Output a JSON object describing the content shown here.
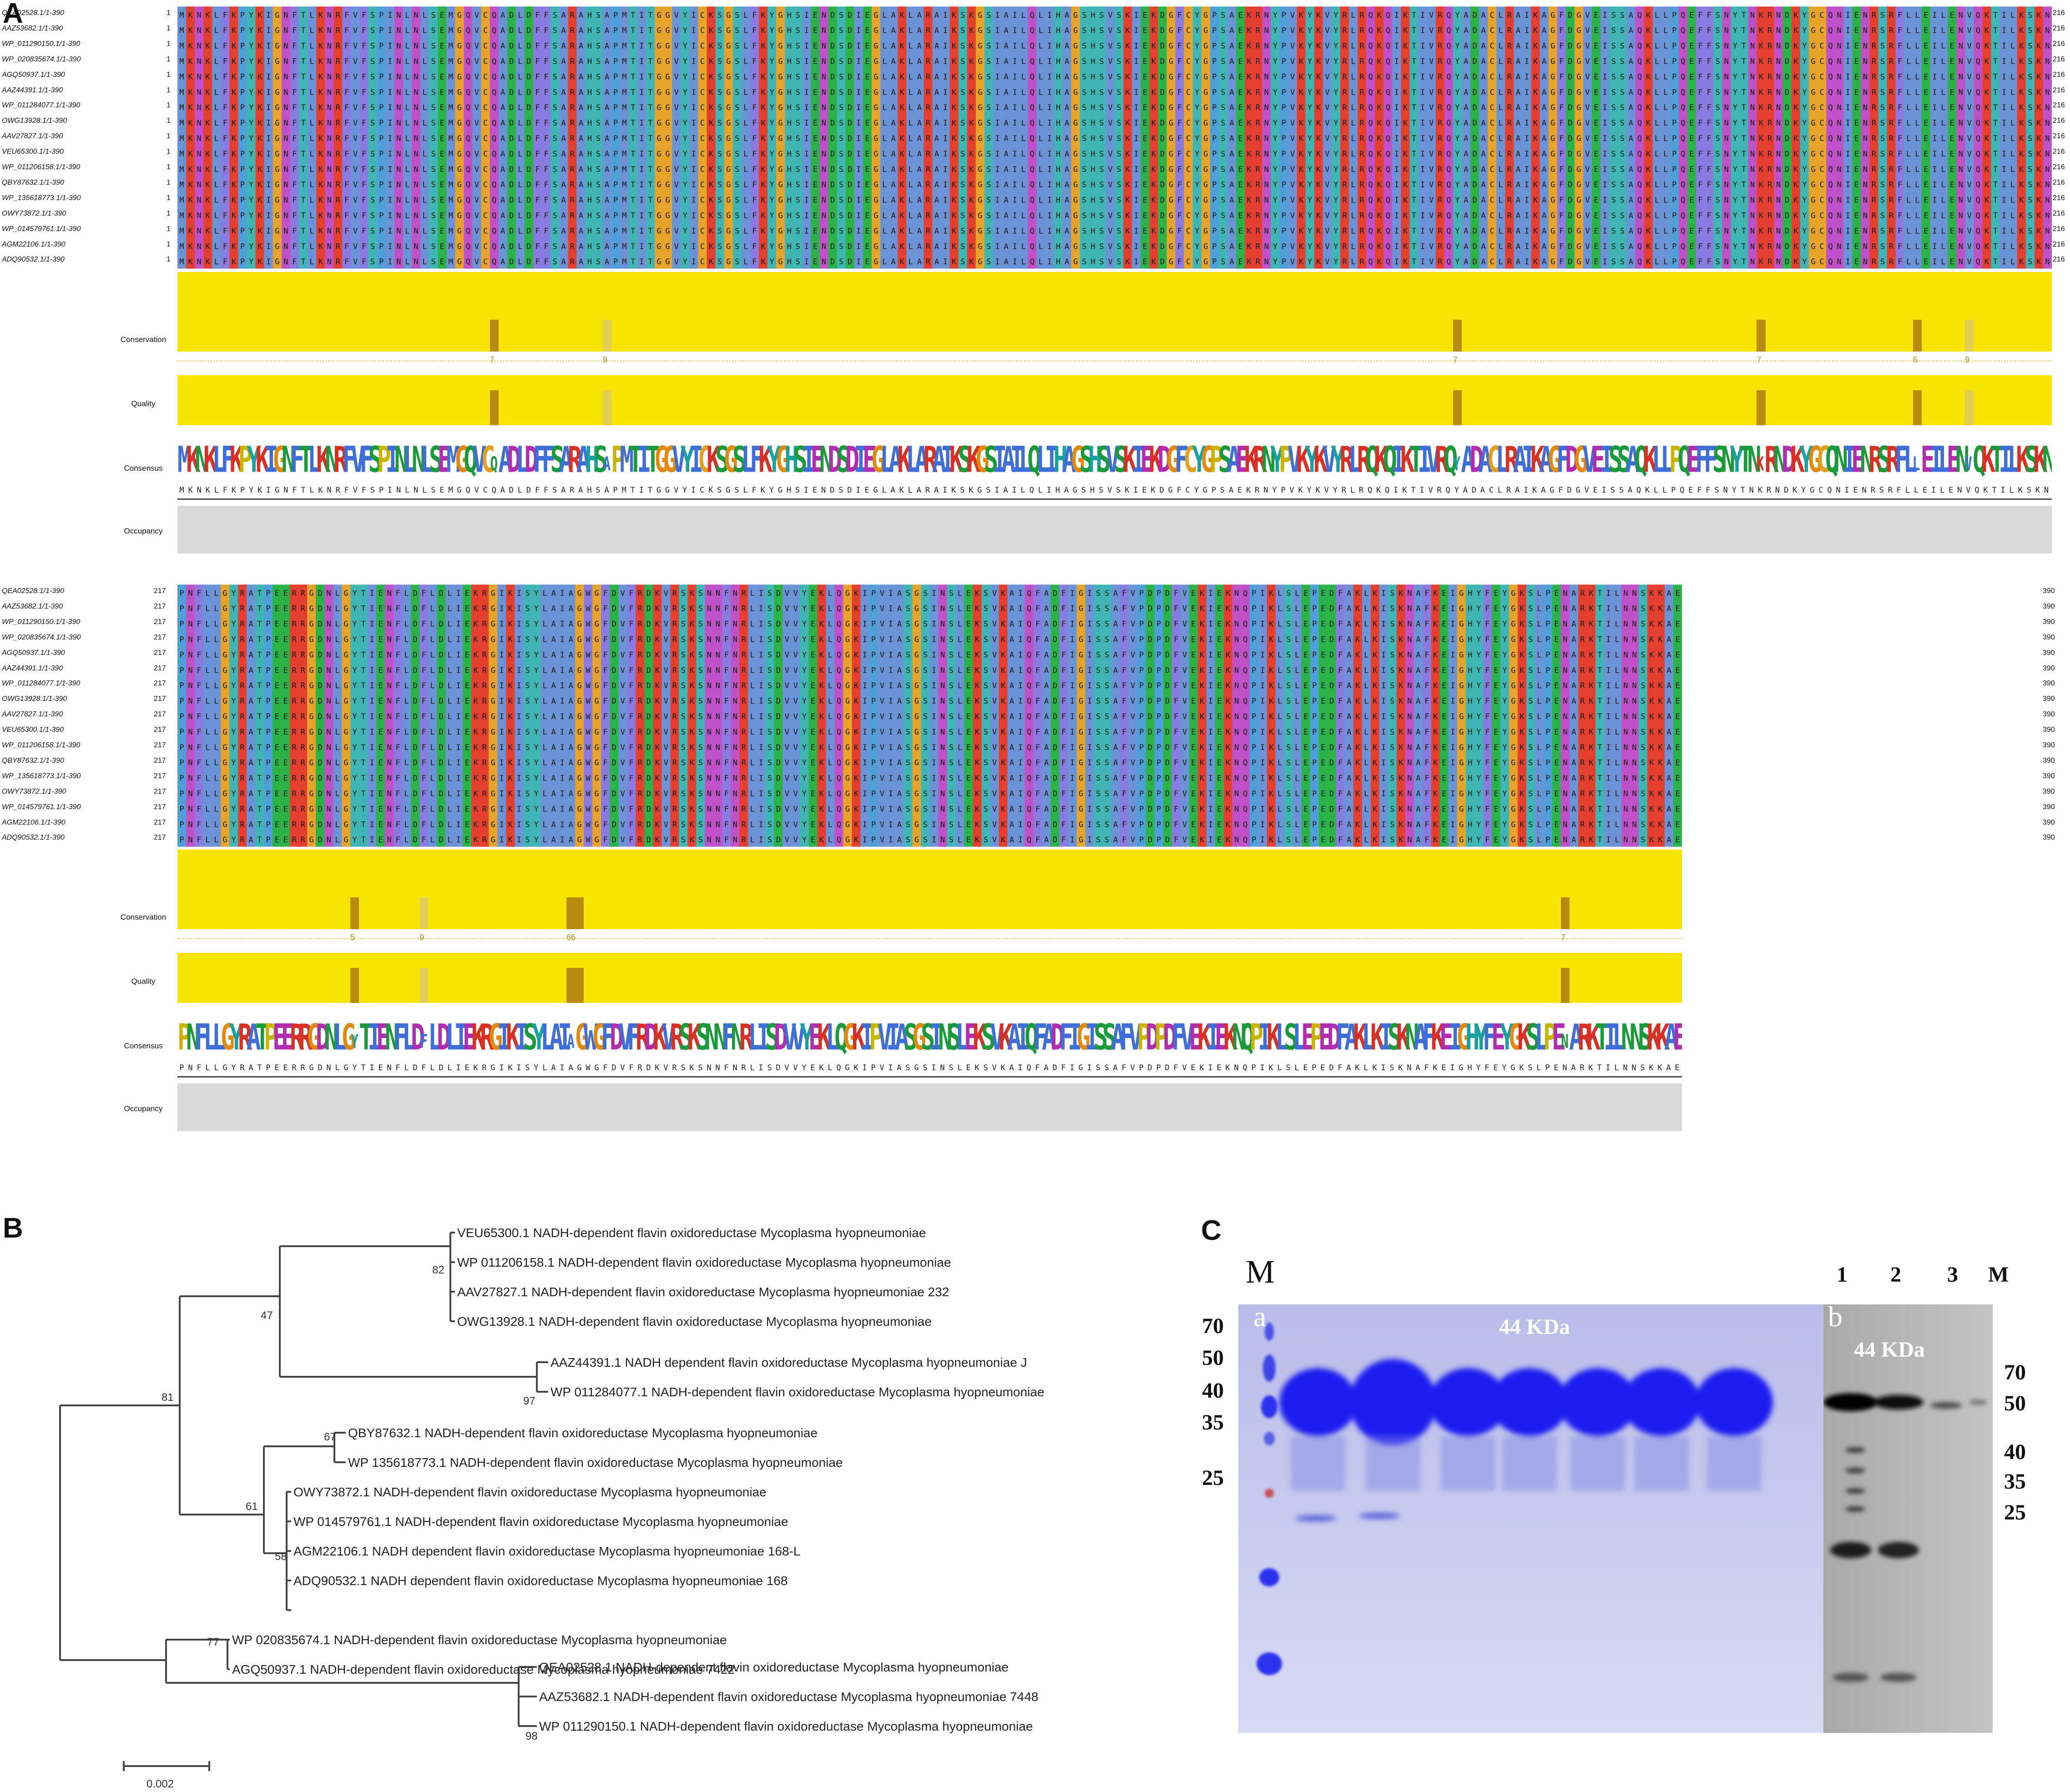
{
  "panels": {
    "a": "A",
    "b": "B",
    "c": "C"
  },
  "colors": {
    "conservation": "#f7e400",
    "conservation_notch": "#b88a10",
    "occupancy": "#d9d9d9",
    "residue_palette": [
      "#6b93d6",
      "#e5402f",
      "#2bb34a",
      "#c052c8",
      "#3fb6b3",
      "#e6a42a",
      "#4f9fd9",
      "#8a7be0"
    ]
  },
  "alignment": {
    "sequence_names": [
      "QEA02528.1/1-390",
      "AAZ53682.1/1-390",
      "WP_011290150.1/1-390",
      "WP_020835674.1/1-390",
      "AGQ50937.1/1-390",
      "AAZ44391.1/1-390",
      "WP_011284077.1/1-390",
      "OWG13928.1/1-390",
      "AAV27827.1/1-390",
      "VEU65300.1/1-390",
      "WP_011206158.1/1-390",
      "QBY87632.1/1-390",
      "WP_135618773.1/1-390",
      "OWY73872.1/1-390",
      "WP_014579761.1/1-390",
      "AGM22106.1/1-390",
      "ADQ90532.1/1-390"
    ],
    "track_labels": {
      "conservation": "Conservation",
      "quality": "Quality",
      "consensus": "Consensus",
      "occupancy": "Occupancy"
    },
    "block1": {
      "start": "1",
      "end": "216",
      "sequence": "MKNKLFKPYKIGNFTLKNRFVFSPINLNLSEMGQVCQADLDFFSARAHSAPMTITGGVYICKSGSLFKYGHSIENDSDIEGLAKLARAIKSKGSIAILQLIHAGSHSVSKIEKDGFCYGPSAEKRNYPVKYKVYRLRQKQIKTIVRQYADACLRAIKAGFDGVEISSAQKLLPQEFFSNYTNKRNDKYGCQNIENRSRFLLEILENVQKTILKSKN",
      "conservation_scores": [
        "7",
        "9",
        "7",
        "7",
        "9",
        "6"
      ]
    },
    "block2": {
      "start": "217",
      "end": "390",
      "sequence": "PNFLLGYRATPEERRGDNLGYTIENFLDFLDLIEKRGIKISYLAIAGWGFDVFRDKVRSKSNNFNRLISDVVYEKLQGKIPVIASGSINSLEKSVKAIQFADFIGISSAFVPDPDFVEKIEKNQPIKLSLEPEDFAKLKISKNAFKEIGHYFEYGKSLPENARKTILNNSKKAE",
      "conservation_scores": [
        "5",
        "9",
        "66",
        "7"
      ]
    }
  },
  "tree": {
    "leaves": [
      "VEU65300.1 NADH-dependent flavin oxidoreductase Mycoplasma hyopneumoniae",
      "WP 011206158.1 NADH-dependent flavin oxidoreductase Mycoplasma hyopneumoniae",
      "AAV27827.1 NADH-dependent flavin oxidoreductase Mycoplasma hyopneumoniae 232",
      "OWG13928.1 NADH-dependent flavin oxidoreductase Mycoplasma hyopneumoniae",
      "AAZ44391.1 NADH dependent flavin oxidoreductase Mycoplasma hyopneumoniae J",
      "WP 011284077.1 NADH-dependent flavin oxidoreductase Mycoplasma hyopneumoniae",
      "QBY87632.1 NADH-dependent flavin oxidoreductase Mycoplasma hyopneumoniae",
      "WP 135618773.1 NADH-dependent flavin oxidoreductase Mycoplasma hyopneumoniae",
      "OWY73872.1 NADH-dependent flavin oxidoreductase Mycoplasma hyopneumoniae",
      "WP 014579761.1 NADH-dependent flavin oxidoreductase Mycoplasma hyopneumoniae",
      "AGM22106.1 NADH dependent flavin oxidoreductase Mycoplasma hyopneumoniae 168-L",
      "ADQ90532.1 NADH dependent flavin oxidoreductase Mycoplasma hyopneumoniae 168",
      "WP 020835674.1 NADH-dependent flavin oxidoreductase Mycoplasma hyopneumoniae",
      "AGQ50937.1 NADH-dependent flavin oxidoreductase Mycoplasma hyopneumoniae 7422",
      "QEA02528.1 NADH-dependent flavin oxidoreductase Mycoplasma hyopneumoniae",
      "AAZ53682.1 NADH-dependent flavin oxidoreductase Mycoplasma hyopneumoniae 7448",
      "WP 011290150.1 NADH-dependent flavin oxidoreductase Mycoplasma hyopneumoniae"
    ],
    "bootstrap": [
      "82",
      "47",
      "97",
      "81",
      "67",
      "61",
      "58",
      "77",
      "98"
    ],
    "scale": "0.002"
  },
  "gel": {
    "a": {
      "label": "a",
      "marker": "M",
      "band_label": "44 KDa",
      "ladder": [
        "70",
        "50",
        "40",
        "35",
        "25"
      ]
    },
    "b": {
      "label": "b",
      "lanes": [
        "1",
        "2",
        "3",
        "M"
      ],
      "band_label": "44 KDa",
      "ladder": [
        "70",
        "50",
        "40",
        "35",
        "25"
      ]
    }
  }
}
